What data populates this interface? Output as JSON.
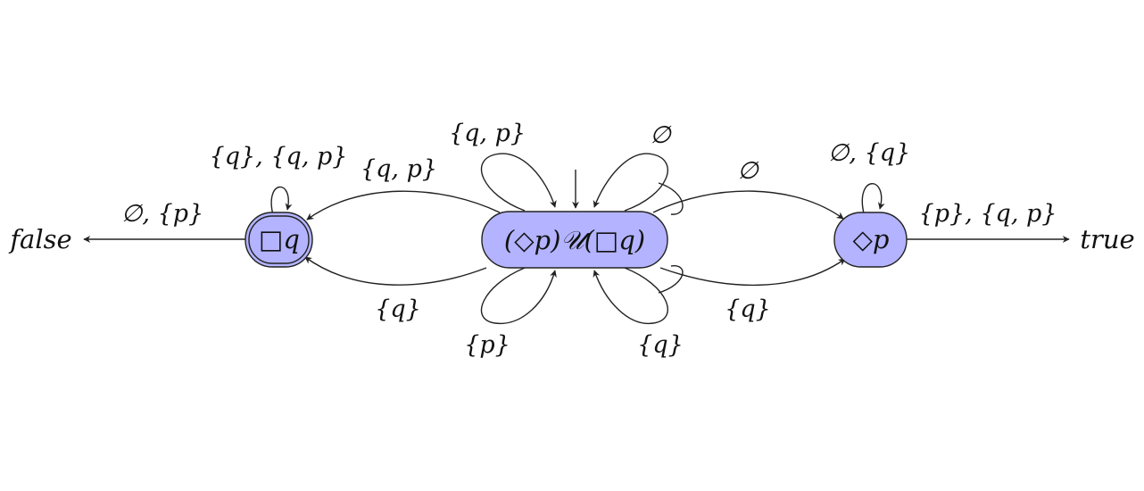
{
  "diagram": {
    "node_fill": "#b3b3ff",
    "stroke_color": "#222222",
    "states": {
      "left": "□q",
      "center": "(◇p)𝒰(□q)",
      "right": "◇p"
    },
    "terminals": {
      "false": "false",
      "true": "true"
    },
    "edge_labels": {
      "left_self_loop": "{q}, {q, p}",
      "left_to_false": "∅, {p}",
      "center_to_left_top": "{q, p}",
      "center_to_left_bottom": "{q}",
      "center_self_loop_top_left": "{q, p}",
      "center_self_loop_top_right": "∅",
      "center_self_loop_bottom_left": "{p}",
      "center_self_loop_bottom_right": "{q}",
      "center_to_right_top": "∅",
      "center_to_right_bottom": "{q}",
      "right_self_loop": "∅, {q}",
      "right_to_true": "{p}, {q, p}"
    }
  }
}
